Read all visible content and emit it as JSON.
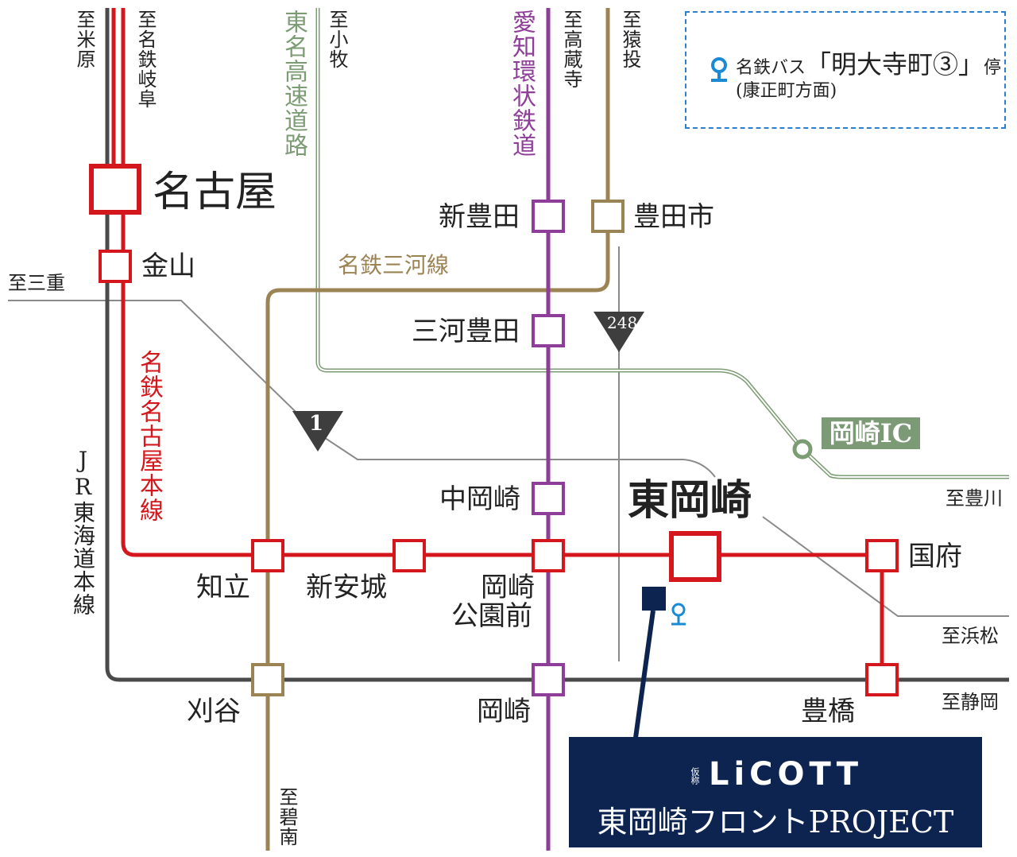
{
  "colors": {
    "jr": "#4a4a4a",
    "meitetsu": "#d4171c",
    "mikawa": "#9c8354",
    "aichi_loop": "#8e3d98",
    "expressway": "#7c9c74",
    "road": "#8a8a8a",
    "project": "#0d2451",
    "bus": "#1a8ad4"
  },
  "legend": {
    "icon": "bus-stop-icon",
    "line1_prefix": "名鉄バス",
    "line1_stop": "「明大寺町③」",
    "line1_suffix": "停",
    "line2": "(康正町方面)"
  },
  "directions": {
    "maibara": "至米原",
    "gifu": "至名鉄岐阜",
    "komaki": "至小牧",
    "kozoji": "至高蔵寺",
    "sanage": "至猿投",
    "mie": "至三重",
    "toyokawa": "至豊川",
    "hamamatsu": "至浜松",
    "shizuoka": "至静岡",
    "hekinan": "至碧南"
  },
  "lines": {
    "tomei": "東名高速道路",
    "aichi_loop": "愛知環状鉄道",
    "mikawa": "名鉄三河線",
    "meitetsu_main": "名鉄名古屋本線",
    "jr": "JR東海道本線"
  },
  "roads": {
    "r1": "1",
    "r248": "248",
    "okazaki_ic": "岡崎IC"
  },
  "stations": {
    "nagoya": "名古屋",
    "kanayama": "金山",
    "shin_toyota": "新豊田",
    "toyotashi": "豊田市",
    "mikawa_toyota": "三河豊田",
    "naka_okazaki": "中岡崎",
    "higashi_okazaki": "東岡崎",
    "kokufu": "国府",
    "chiryu": "知立",
    "shin_anjo": "新安城",
    "okazaki_koen_1": "岡崎",
    "okazaki_koen_2": "公園前",
    "kariya": "刈谷",
    "okazaki": "岡崎",
    "toyohashi": "豊橋"
  },
  "project": {
    "tentative": "仮称",
    "logo": "LiCOTT",
    "name": "東岡崎フロントPROJECT"
  }
}
